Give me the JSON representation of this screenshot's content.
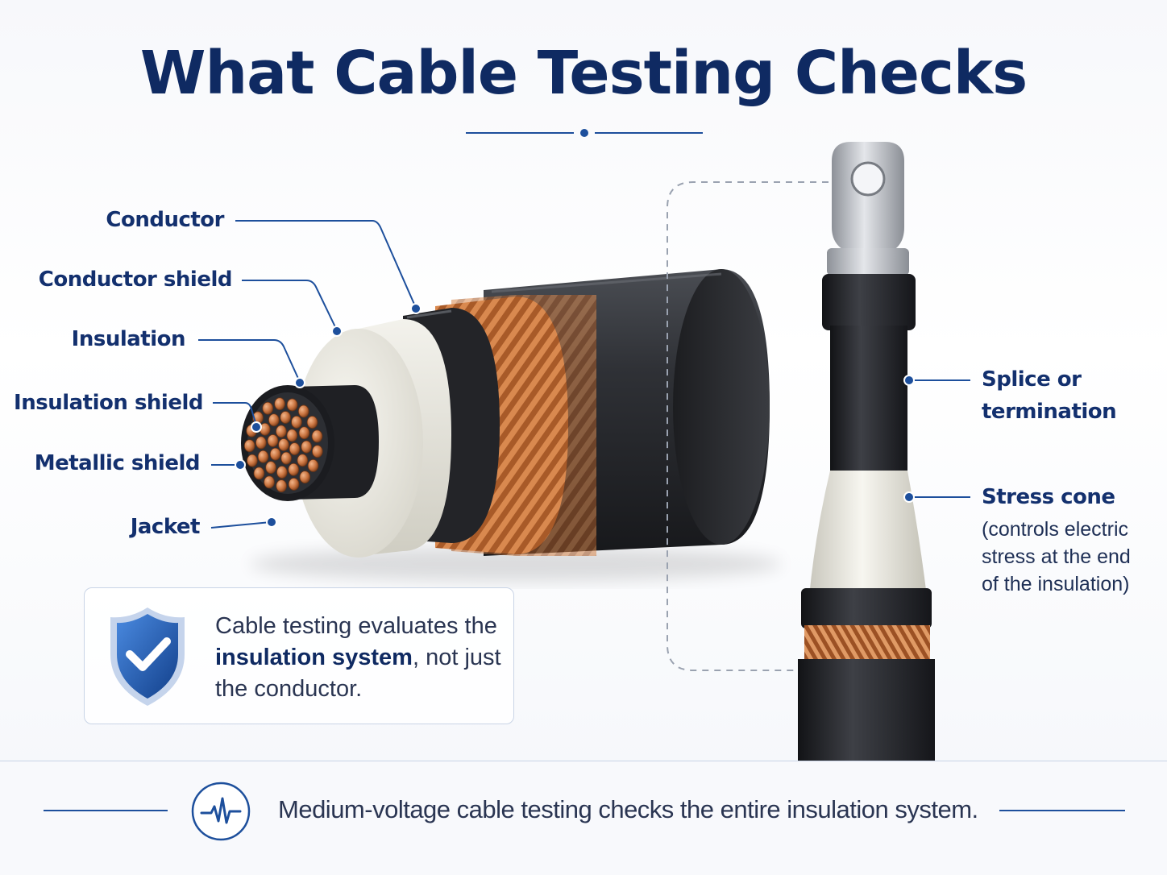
{
  "title": "What Cable Testing Checks",
  "layers": [
    {
      "name": "Conductor"
    },
    {
      "name": "Conductor shield"
    },
    {
      "name": "Insulation"
    },
    {
      "name": "Insulation shield"
    },
    {
      "name": "Metallic shield"
    },
    {
      "name": "Jacket"
    }
  ],
  "termination": {
    "splice_label_line1": "Splice or",
    "splice_label_line2": "termination",
    "stress_cone_label": "Stress cone",
    "stress_cone_note_line1": "(controls electric",
    "stress_cone_note_line2": "stress at the end",
    "stress_cone_note_line3": "of the insulation)"
  },
  "callout": {
    "text_part1": "Cable testing evaluates the",
    "text_bold": "insulation system",
    "text_part2": ", not just",
    "text_part3": "the conductor."
  },
  "footer": {
    "text": "Medium-voltage cable testing checks the entire insulation system."
  },
  "colors": {
    "title": "#0f2a62",
    "accent": "#1d4f9c",
    "copper": "#c8733f",
    "jacket": "#2a2c30",
    "insulation": "#ecebe3"
  },
  "icons": {
    "callout": "shield-check-icon",
    "footer": "pulse-wave-icon"
  }
}
